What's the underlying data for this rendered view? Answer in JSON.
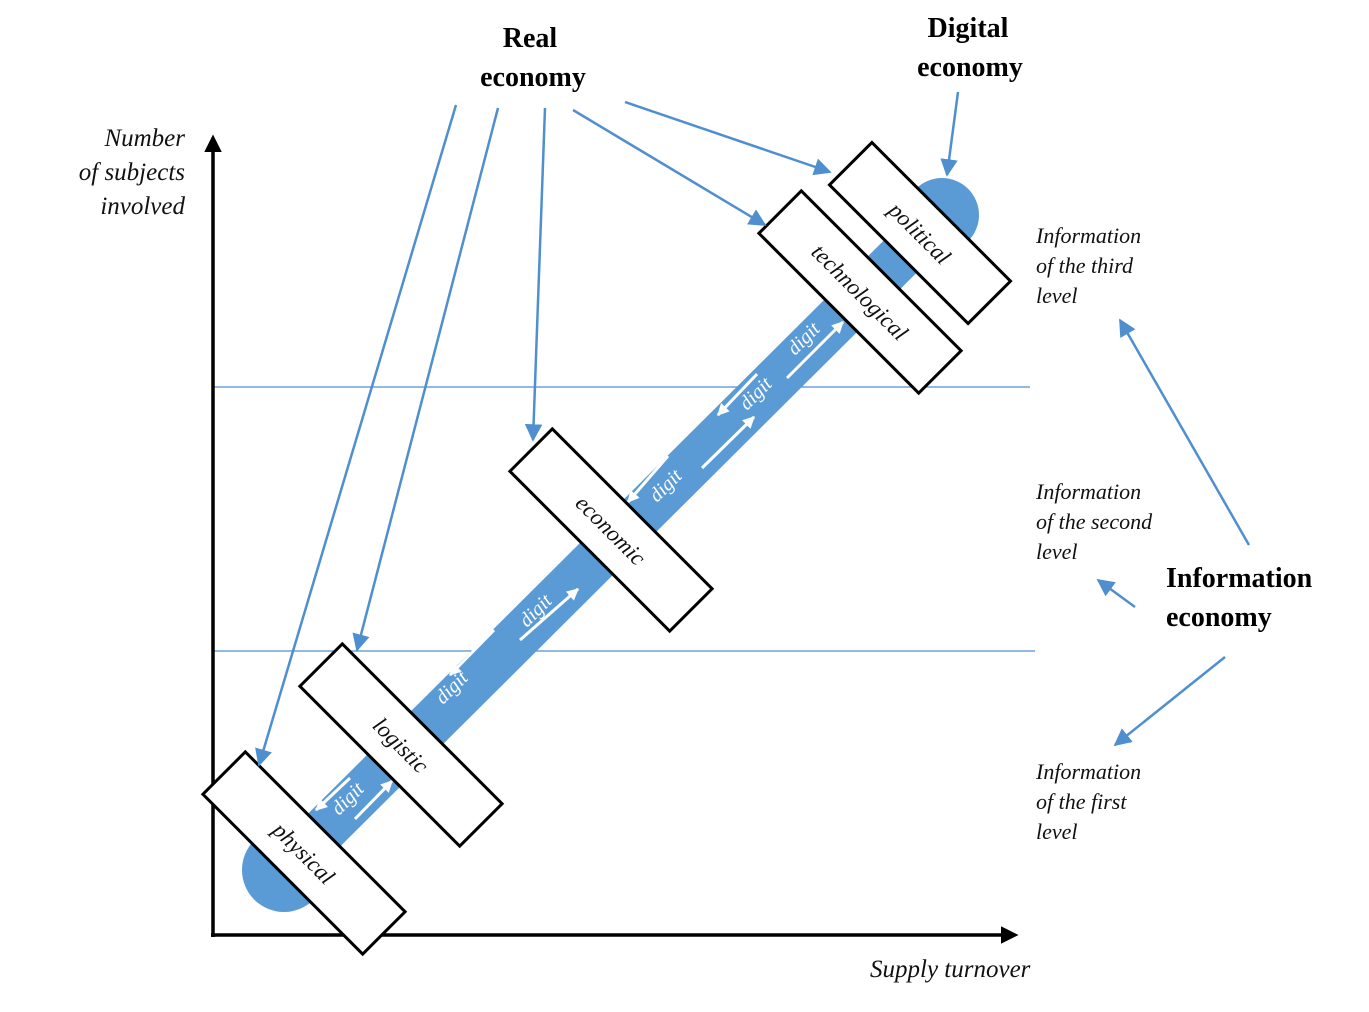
{
  "headings": {
    "real_economy": [
      "Real",
      "economy"
    ],
    "digital_economy": [
      "Digital",
      "economy"
    ],
    "information_economy": [
      "Information",
      "economy"
    ]
  },
  "axes": {
    "y_label": [
      "Number",
      "of subjects",
      "involved"
    ],
    "x_label": "Supply turnover"
  },
  "levels": {
    "third": [
      "Information",
      "of the third",
      "level"
    ],
    "second": [
      "Information",
      "of the second",
      "level"
    ],
    "first": [
      "Information",
      "of the first",
      "level"
    ]
  },
  "boxes": {
    "physical": "physical",
    "logistic": "logistic",
    "economic": "economic",
    "technological": "technological",
    "political": "political"
  },
  "digit_label": "digit",
  "colors": {
    "accent_blue": "#5b9bd5",
    "line_blue": "#4f8fcf",
    "axis": "#000000",
    "box_border": "#000000"
  }
}
